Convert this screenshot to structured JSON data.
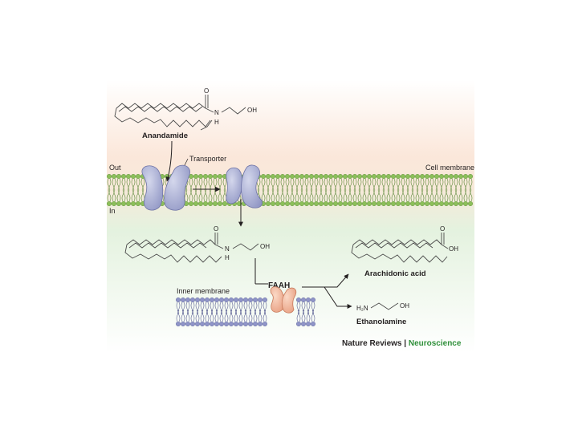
{
  "labels": {
    "anandamide": "Anandamide",
    "transporter": "Transporter",
    "out": "Out",
    "in": "In",
    "cell_membrane": "Cell membrane",
    "inner_membrane": "Inner membrane",
    "faah": "FAAH",
    "arachidonic_acid": "Arachidonic acid",
    "ethanolamine": "Ethanolamine"
  },
  "chem": {
    "o": "O",
    "n": "N",
    "h": "H",
    "oh": "OH",
    "h2n": "H₂N"
  },
  "credit": {
    "journal": "Nature Reviews",
    "separator": " | ",
    "field": "Neuroscience"
  },
  "colors": {
    "outside_tint": "#fbe7da",
    "inside_tint": "#e4f2df",
    "membrane_heads": "#8cbf5a",
    "inner_membrane_heads": "#8f94c8",
    "transporter": "#a9aed3",
    "faah": "#f1b79f",
    "credit_green": "#2f8f3a"
  }
}
